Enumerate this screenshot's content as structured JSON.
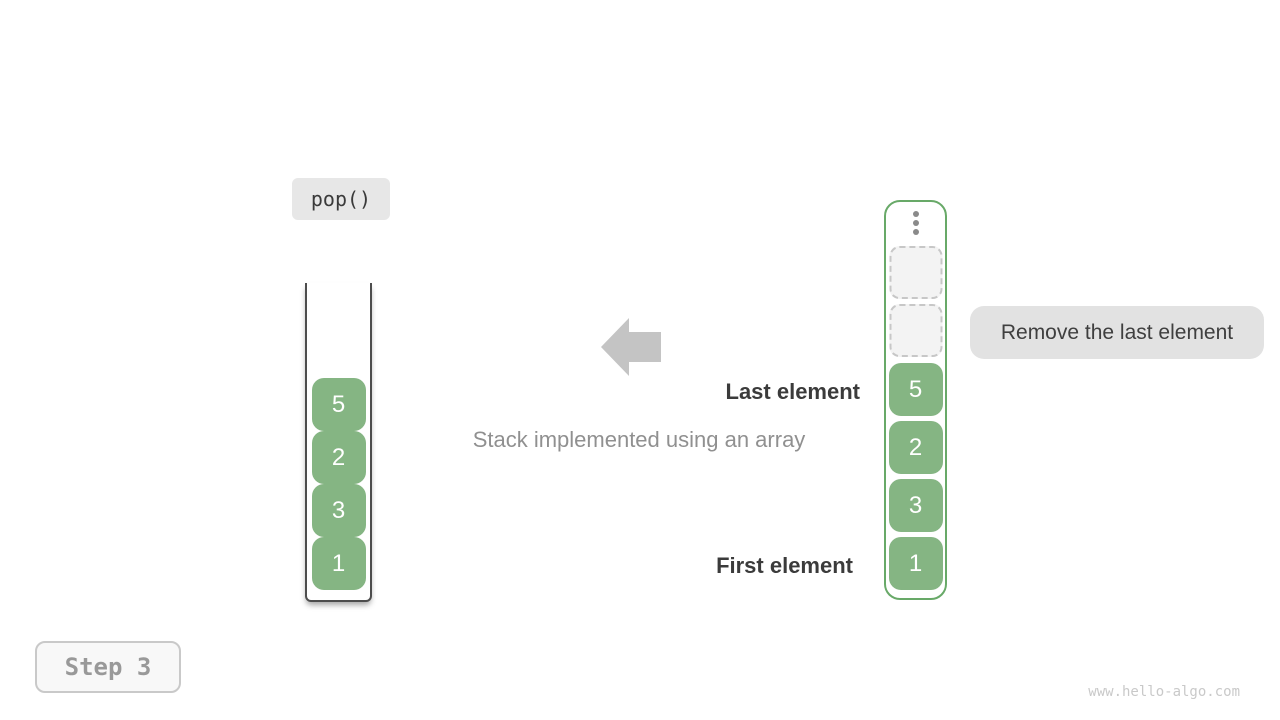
{
  "operation": {
    "label": "pop()"
  },
  "step": {
    "label": "Step 3"
  },
  "watermark": "www.hello-algo.com",
  "annotations": {
    "last_element": "Last element",
    "first_element": "First element",
    "caption": "Stack implemented using an array",
    "remove_label": "Remove the last element"
  },
  "left_stack": {
    "description": "stack drawn as open-top container, top to bottom",
    "values": [
      5,
      2,
      3,
      1
    ]
  },
  "right_stack": {
    "description": "stack implemented using an array, top to bottom",
    "values": [
      5,
      2,
      3,
      1
    ],
    "empty_slots": [
      "",
      ""
    ],
    "ellipsis_icon": "vertical-ellipsis"
  },
  "icons": {
    "arrow": "arrow-left-icon",
    "ellipsis": "vertical-ellipsis-icon"
  },
  "colors": {
    "element_green": "#85b583",
    "container_green_border": "#68a968",
    "container_dark_border": "#4d4d4d",
    "label_gray_bg": "#e2e2e2",
    "op_label_bg": "#e7e7e7",
    "arrow_gray": "#c4c4c4",
    "text_dark": "#3b3b3b",
    "text_gray": "#909090",
    "watermark_gray": "#c9c9c9",
    "empty_slot_bg": "#f3f3f3",
    "empty_slot_border": "#c7c7c7"
  }
}
